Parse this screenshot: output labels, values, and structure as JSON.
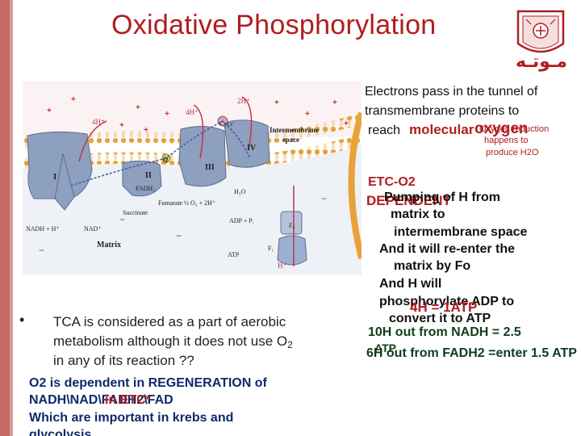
{
  "title": "Oxidative Phosphorylation",
  "logo": {
    "text": "مـوتـه",
    "icon": "university-seal-icon",
    "color": "#b01d20"
  },
  "colors": {
    "accent": "#b01d20",
    "dark_green": "#0e3d1d",
    "navy": "#0e2a6b",
    "left_bar": "#c96a6a"
  },
  "diagram": {
    "labels": {
      "h4_left": "4H⁺",
      "h4_mid": "4H⁺",
      "h2_top": "2H⁺",
      "cytc": "Cyt c",
      "intermembrane": "Intermembrane",
      "space": "space",
      "iv": "IV",
      "iii": "III",
      "q": "Q",
      "i": "I",
      "ii": "II",
      "fadh2": "FADH₂",
      "fumarate": "Fumarate",
      "succinate": "Succinate",
      "nadh": "NADH + H⁺",
      "nad": "NAD⁺",
      "o2_reaction": "½ O₂ + 2H⁺",
      "h2o": "H₂O",
      "adp_pi": "ADP + Pᵢ",
      "fo": "F₀",
      "f1": "F₁",
      "atp": "ATP",
      "matrix": "Matrix",
      "h_bottom": "H⁺"
    }
  },
  "right_text": {
    "electrons": "Electrons pass in the tunnel of",
    "transmembrane": "transmembrane proteins to",
    "reach": "reach",
    "molecular": "molecular",
    "oxygen": "oxygen",
    "oxygen_reduction": "Oxygen reduction",
    "happens_to": "happens to",
    "produce_h2o": "produce H2O",
    "etc_o2": "ETC-O2",
    "dependent": "DEPENDENT",
    "pumping": "Pumping of H from",
    "matrix_to": "matrix to",
    "intermembrane_space": "intermembrane space",
    "reenter": "And it will re-enter the",
    "via_fo": "matrix by Fo",
    "and_h_will": "And H will",
    "phosphorylate": "phosphorylate ADP to",
    "four_h": "4H = 1ATP",
    "convert": "convert it to ATP",
    "ten_h": "10H out from NADH  = 2.5",
    "atp_overlay": "ATP",
    "six_h": "6H out from FADH2 =enter 1.5 ATP"
  },
  "bullet": {
    "line1": "TCA is considered as a part of aerobic",
    "line2": "metabolism although it does not use O",
    "line2_sub": "2",
    "line3": "in any of its reaction ??"
  },
  "o2_note": {
    "line1": "O2 is dependent in REGENERATION of",
    "line2": "NADH\\NAD\\FADH2\\FAD",
    "line2_red": "in ETC*",
    "line3": "Which are important in krebs and",
    "line4": "glycolysis"
  }
}
